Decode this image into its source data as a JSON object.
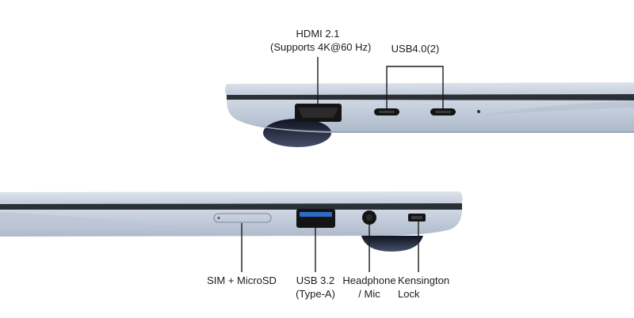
{
  "labels": {
    "hdmi": {
      "line1": "HDMI 2.1",
      "line2": "(Supports 4K@60 Hz)"
    },
    "usb4": {
      "line1": "USB4.0(2)"
    },
    "sim": {
      "line1": "SIM + MicroSD"
    },
    "usb32": {
      "line1": "USB 3.2",
      "line2": "(Type-A)"
    },
    "headphone": {
      "line1": "Headphone",
      "line2": "/ Mic"
    },
    "kensington": {
      "line1": "Kensington",
      "line2": "Lock"
    }
  },
  "colors": {
    "chassis": "#c7d1df",
    "chassis_dark": "#a8b4c6",
    "seam": "#2b2f36",
    "port": "#141414",
    "foot": "#1c2230",
    "leader": "#1b1b1b"
  }
}
